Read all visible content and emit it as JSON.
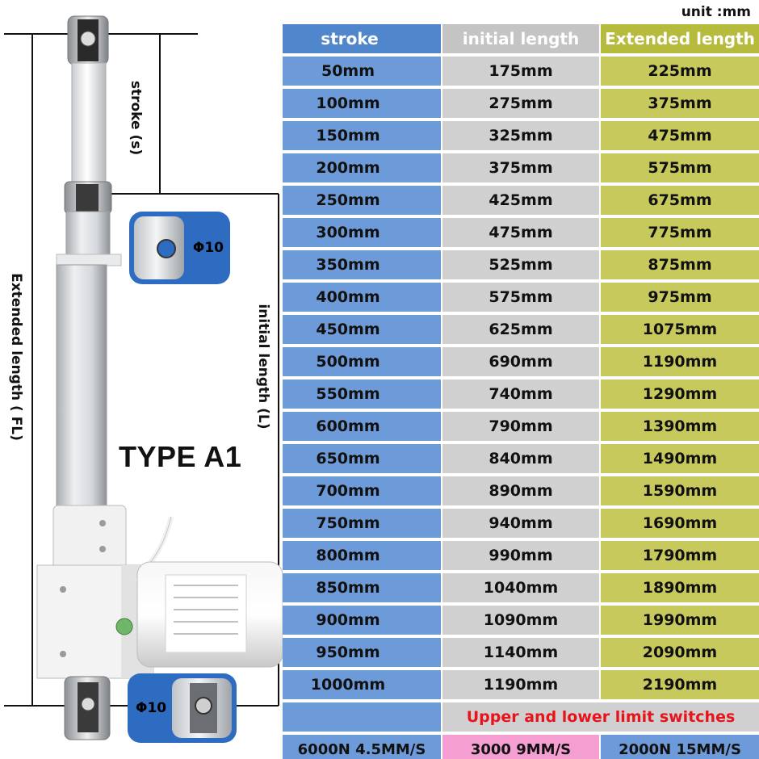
{
  "unit_label": "unit :mm",
  "type_label": "TYPE A1",
  "dimension_labels": {
    "stroke": "stroke (s)",
    "extended": "Extended length ( FL)",
    "initial": "initial length (L)"
  },
  "pin_labels": {
    "top": "Φ10",
    "bottom": "Φ10"
  },
  "table": {
    "headers": [
      "stroke",
      "initial length",
      "Extended length"
    ],
    "rows": [
      [
        "50mm",
        "175mm",
        "225mm"
      ],
      [
        "100mm",
        "275mm",
        "375mm"
      ],
      [
        "150mm",
        "325mm",
        "475mm"
      ],
      [
        "200mm",
        "375mm",
        "575mm"
      ],
      [
        "250mm",
        "425mm",
        "675mm"
      ],
      [
        "300mm",
        "475mm",
        "775mm"
      ],
      [
        "350mm",
        "525mm",
        "875mm"
      ],
      [
        "400mm",
        "575mm",
        "975mm"
      ],
      [
        "450mm",
        "625mm",
        "1075mm"
      ],
      [
        "500mm",
        "690mm",
        "1190mm"
      ],
      [
        "550mm",
        "740mm",
        "1290mm"
      ],
      [
        "600mm",
        "790mm",
        "1390mm"
      ],
      [
        "650mm",
        "840mm",
        "1490mm"
      ],
      [
        "700mm",
        "890mm",
        "1590mm"
      ],
      [
        "750mm",
        "940mm",
        "1690mm"
      ],
      [
        "800mm",
        "990mm",
        "1790mm"
      ],
      [
        "850mm",
        "1040mm",
        "1890mm"
      ],
      [
        "900mm",
        "1090mm",
        "1990mm"
      ],
      [
        "950mm",
        "1140mm",
        "2090mm"
      ],
      [
        "1000mm",
        "1190mm",
        "2190mm"
      ]
    ],
    "limit_note": "Upper and lower limit switches",
    "speeds": [
      "6000N 4.5MM/S",
      "3000 9MM/S",
      "2000N 15MM/S"
    ]
  },
  "colors": {
    "stroke_column": "#6d9ad8",
    "initial_column": "#d0d0d0",
    "extended_column": "#c7c95d",
    "limit_note_text": "#e8141b",
    "speed_highlight": "#f49ed2"
  }
}
